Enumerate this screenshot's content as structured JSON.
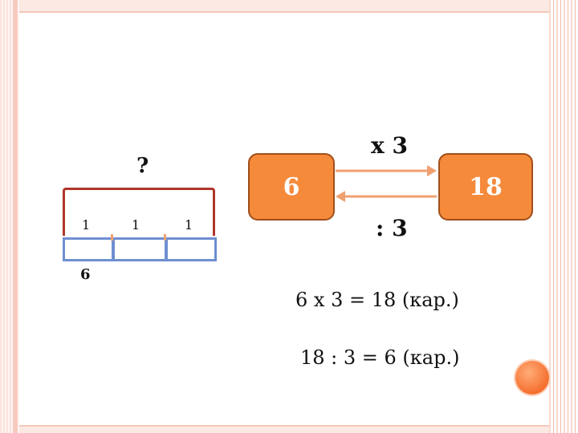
{
  "diagram": {
    "question_mark": "?",
    "part_labels": [
      "1",
      "1",
      "1"
    ],
    "part_value": "6",
    "left_box": "6",
    "right_box": "18",
    "multiply_label": "x 3",
    "divide_label": ": 3"
  },
  "equations": [
    "6 x 3 = 18 (кар.)",
    "18 : 3 = 6 (кар.)"
  ],
  "colors": {
    "box_fill": "#f58a3b",
    "arrow": "#f0a070",
    "bracket": "#b0352a",
    "segments": "#6f8fd0"
  }
}
